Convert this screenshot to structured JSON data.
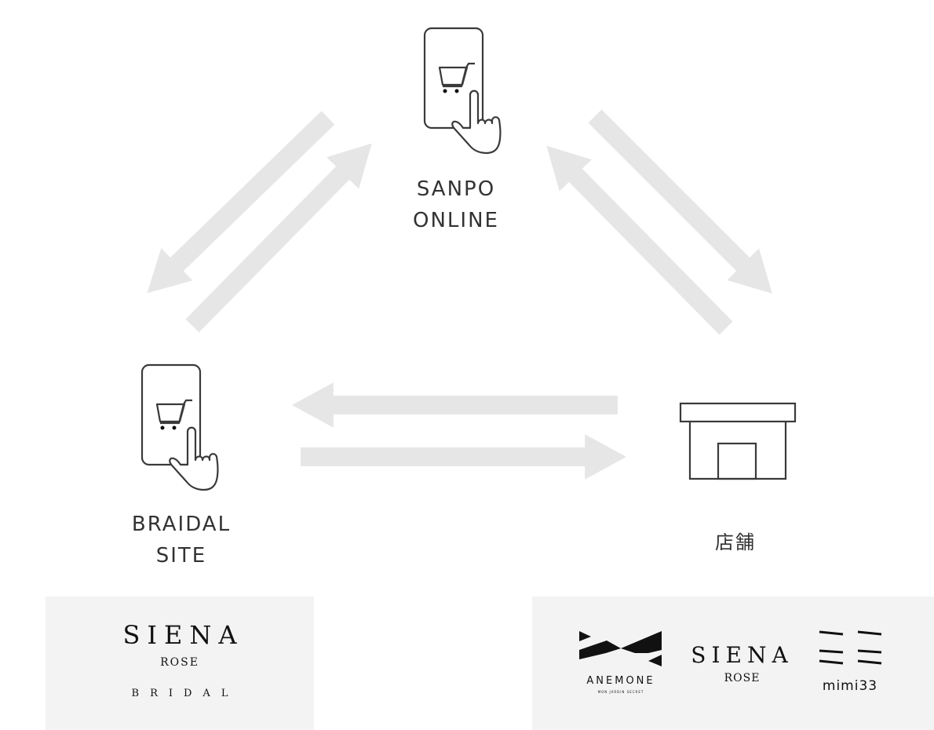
{
  "nodes": {
    "online": {
      "line1": "SANPO",
      "line2": "ONLINE"
    },
    "bridal": {
      "line1": "BRAIDAL",
      "line2": "SITE"
    },
    "store": {
      "label": "店舗"
    }
  },
  "logos": {
    "bridal": {
      "name": "SIENA",
      "sub": "ROSE",
      "tag": "BRIDAL"
    },
    "store": [
      {
        "name": "ANEMONE",
        "sub": "MON JARDIN SECRET"
      },
      {
        "name": "SIENA",
        "sub": "ROSE"
      },
      {
        "name": "mimi33"
      }
    ]
  },
  "colors": {
    "arrow": "#e6e6e6",
    "icon": "#3a3a3a",
    "logo_bg": "#f3f3f3"
  }
}
